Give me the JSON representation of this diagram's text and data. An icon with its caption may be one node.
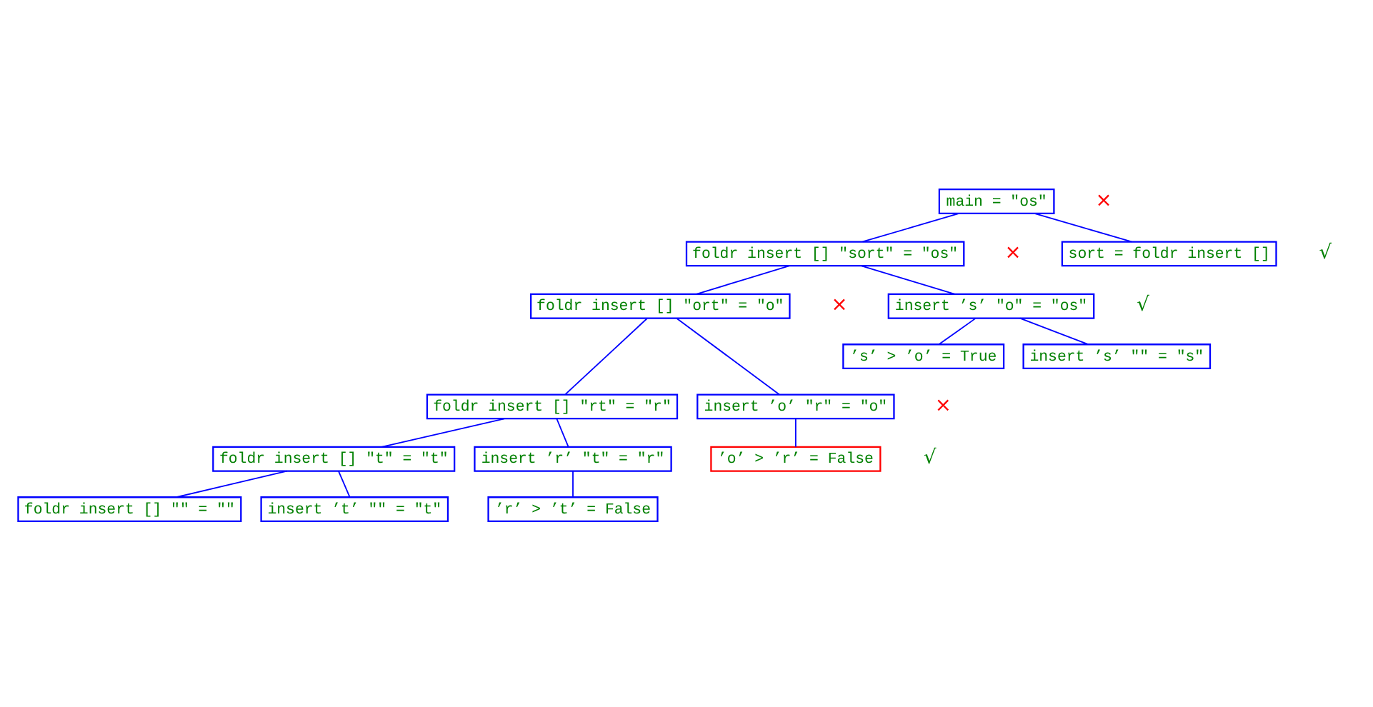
{
  "diagram": {
    "nodes": [
      {
        "text": [
          "main = \"os\""
        ],
        "beside": [
          "×"
        ]
      },
      {
        "text": [
          "foldr insert [] \"sort\" = \"os\""
        ],
        "beside": [
          "×"
        ]
      },
      {
        "text": [
          "sort = foldr insert []"
        ],
        "beside": [
          "√"
        ]
      },
      {
        "text": [
          "foldr insert [] \"ort\" = \"o\""
        ],
        "beside": [
          "×"
        ]
      },
      {
        "text": [
          "insert ’s’ \"o\" = \"os\""
        ],
        "beside": [
          "√"
        ]
      },
      {
        "text": [
          "’s’ > ’o’ = True"
        ]
      },
      {
        "text": [
          "insert ’s’ \"\" = \"s\""
        ]
      },
      {
        "text": [
          "foldr insert [] \"rt\" = \"r\""
        ]
      },
      {
        "text": [
          "insert ’o’ \"r\" = \"o\""
        ],
        "beside": [
          "×"
        ]
      },
      {
        "text": [
          "foldr insert [] \"t\" = \"t\""
        ]
      },
      {
        "text": [
          "insert ’r’ \"t\" = \"r\""
        ]
      },
      {
        "text": [
          "’o’ > ’r’ = False"
        ],
        "beside": [
          "√"
        ]
      },
      {
        "text": [
          "foldr insert [] \"\" = \"\""
        ]
      },
      {
        "text": [
          "insert ’t’ \"\" = \"t\""
        ]
      },
      {
        "text": [
          "’r’ > ’t’ = False"
        ]
      }
    ],
    "edges": [
      {
        "from": 0,
        "to": 1,
        "arrow": "none"
      },
      {
        "from": 0,
        "to": 2,
        "arrow": "none"
      },
      {
        "from": 1,
        "to": 3,
        "arrow": "none"
      },
      {
        "from": 1,
        "to": 4,
        "arrow": "none"
      },
      {
        "from": 4,
        "to": 5,
        "arrow": "none"
      },
      {
        "from": 4,
        "to": 6,
        "arrow": "none"
      },
      {
        "from": 3,
        "to": 7,
        "arrow": "none"
      },
      {
        "from": 3,
        "to": 8,
        "arrow": "none"
      },
      {
        "from": 8,
        "to": 11,
        "arrow": "none"
      },
      {
        "from": 7,
        "to": 9,
        "arrow": "none"
      },
      {
        "from": 7,
        "to": 10,
        "arrow": "none"
      },
      {
        "from": 9,
        "to": 12,
        "arrow": "none"
      },
      {
        "from": 9,
        "to": 13,
        "arrow": "none"
      },
      {
        "from": 10,
        "to": 14,
        "arrow": "none"
      }
    ]
  }
}
